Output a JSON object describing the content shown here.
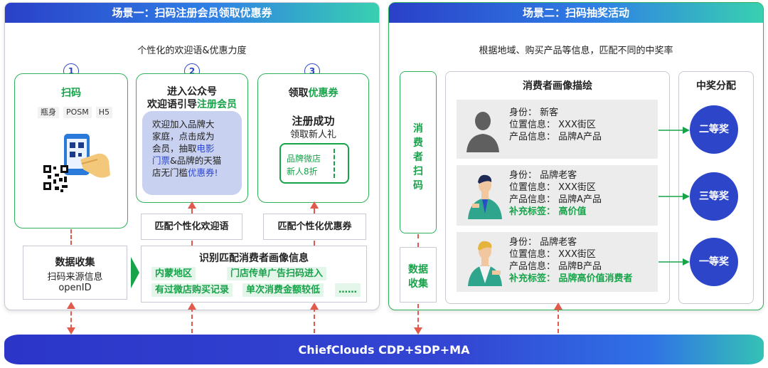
{
  "left": {
    "title": "场景一：扫码注册会员领取优惠券",
    "subtitle": "个性化的欢迎语&优惠力度",
    "steps": [
      "1",
      "2",
      "3"
    ],
    "card1": {
      "title": "扫码",
      "chips": [
        "瓶身",
        "POSM",
        "H5"
      ]
    },
    "card2": {
      "title_line1": "进入公众号",
      "title_line2_prefix": "欢迎语引导",
      "title_line2_highlight": "注册会员",
      "bubble": [
        "欢迎加入品牌大",
        "家庭，点击成为",
        "会员，抽取电影",
        "门票&品牌的天猫",
        "店无门槛优惠券!"
      ]
    },
    "card3": {
      "title_prefix": "领取",
      "title_highlight": "优惠券",
      "success": "注册成功",
      "gift": "领取新人礼",
      "coupon_line1": "品牌微店",
      "coupon_line2": "新人8折"
    },
    "match_welcome": "匹配个性化欢迎语",
    "match_coupon": "匹配个性化优惠券",
    "data_collect": {
      "title": "数据收集",
      "line1": "扫码来源信息",
      "line2": "openID"
    },
    "identify": {
      "title": "识别匹配消费者画像信息",
      "tags_row1": [
        "内蒙地区",
        "门店传单广告扫码进入"
      ],
      "tags_row2": [
        "有过微店购买记录",
        "单次消费金额较低",
        "……"
      ]
    }
  },
  "right": {
    "title": "场景二：扫码抽奖活动",
    "subtitle": "根据地域、购买产品等信息，匹配不同的中奖率",
    "scan_label": [
      "消",
      "费",
      "者",
      "扫",
      "码"
    ],
    "collect_label": [
      "数据",
      "收集"
    ],
    "profile_title": "消费者画像描绘",
    "prize_title": "中奖分配",
    "personas": [
      {
        "lines": [
          "身份：  新客",
          "位置信息：  XXX街区",
          "产品信息：  品牌A产品"
        ],
        "extra": ""
      },
      {
        "lines": [
          "身份：  品牌老客",
          "位置信息：  XXX街区",
          "产品信息：  品牌A产品"
        ],
        "extra": "补充标签：  高价值"
      },
      {
        "lines": [
          "身份：  品牌老客",
          "位置信息：  XXX街区",
          "产品信息：  品牌B产品"
        ],
        "extra": "补充标签：  品牌高价值消费者"
      }
    ],
    "prizes": [
      "二等奖",
      "三等奖",
      "一等奖"
    ]
  },
  "footer": "ChiefClouds CDP+SDP+MA",
  "colors": {
    "accent_blue": "#2d46c9",
    "accent_green": "#18a34a",
    "arrow_red": "#e15a4b"
  }
}
